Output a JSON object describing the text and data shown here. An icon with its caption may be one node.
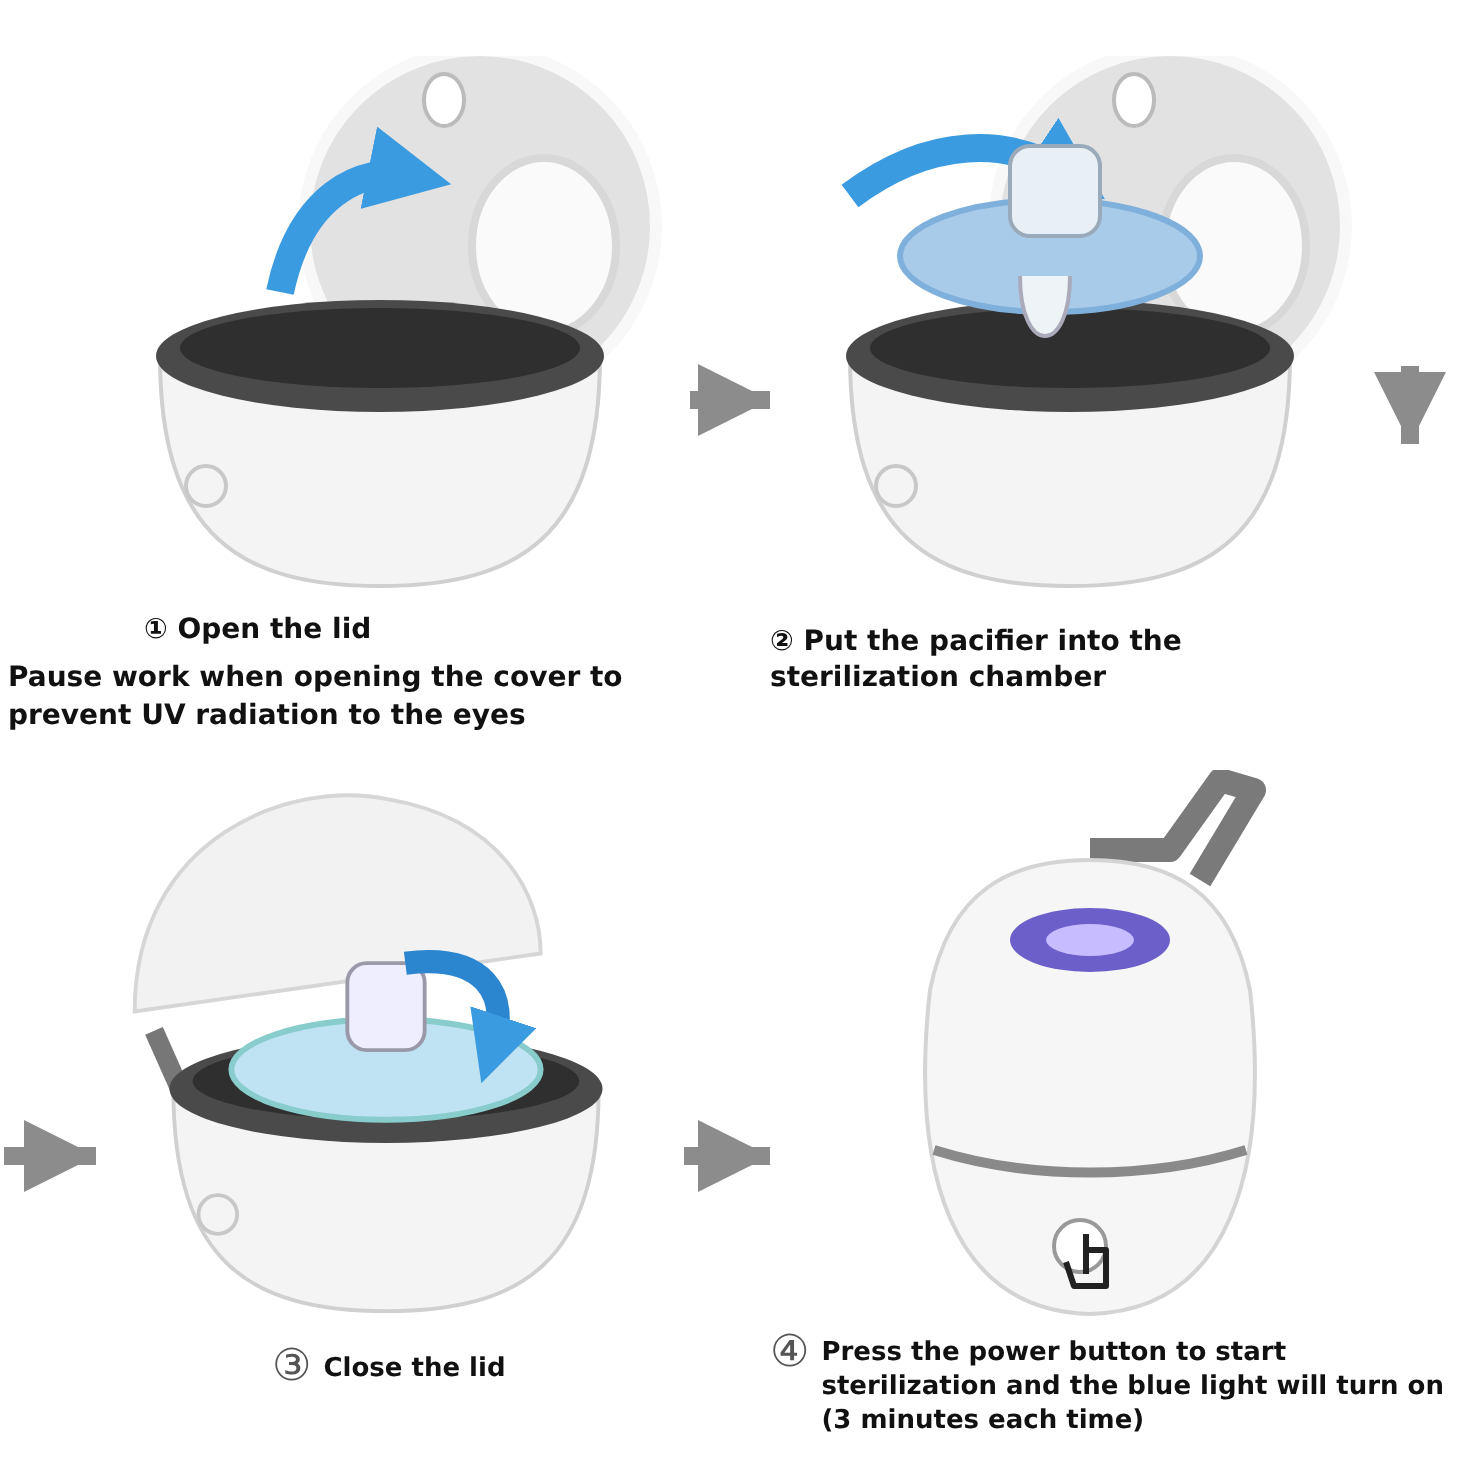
{
  "diagram": {
    "nodes": [
      {
        "text": [
          "① Open the lid",
          "Pause work when opening the cover to prevent UV radiation to the eyes"
        ]
      },
      {
        "text": [
          "② Put the pacifier into the sterilization chamber"
        ]
      },
      {
        "text": [
          "③",
          "Close the lid"
        ]
      },
      {
        "text": [
          "④",
          "Press the power button to start sterilization and the blue light will turn on (3 minutes each time)"
        ]
      }
    ],
    "edges": [
      {
        "from": 0,
        "to": 1,
        "arrow": "to"
      },
      {
        "from": null,
        "to": 2,
        "arrow": "to"
      },
      {
        "from": 2,
        "to": 3,
        "arrow": "to"
      }
    ]
  }
}
